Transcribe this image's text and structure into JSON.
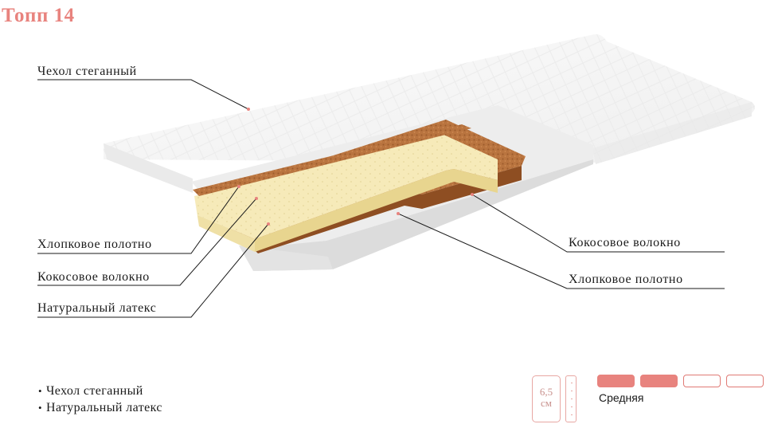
{
  "product": {
    "title": "Топп 14"
  },
  "layers_left": [
    {
      "label": "Чехол стеганный"
    },
    {
      "label": "Хлопковое полотно"
    },
    {
      "label": "Кокосовое волокно"
    },
    {
      "label": "Натуральный латекс"
    }
  ],
  "layers_right": [
    {
      "label": "Кокосовое волокно"
    },
    {
      "label": "Хлопковое полотно"
    }
  ],
  "features": [
    "Чехол стеганный",
    "Натуральный латекс"
  ],
  "height": {
    "value": "6,5",
    "unit": "см"
  },
  "firmness": {
    "label": "Средняя",
    "level": 2,
    "max": 4
  },
  "colors": {
    "accent": "#e8837e",
    "coconut": "#b8733f",
    "latex": "#f5e9b8",
    "cover": "#f4f4f4"
  }
}
